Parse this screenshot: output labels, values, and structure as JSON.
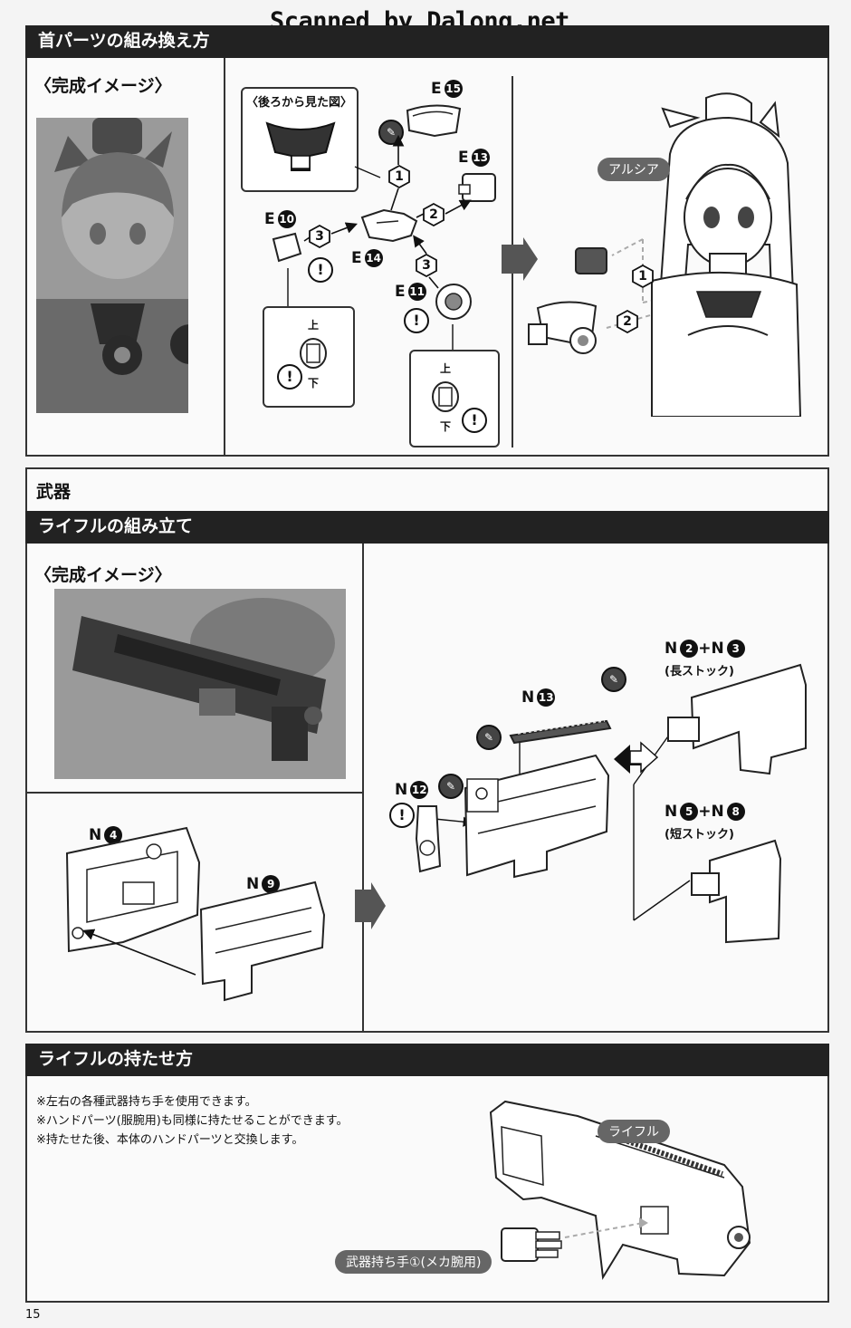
{
  "watermark": "Scanned by Dalong.net",
  "neck": {
    "header": "首パーツの組み換え方",
    "subtitle": "〈完成イメージ〉",
    "rear_view_label": "〈後ろから見た図〉",
    "parts": {
      "e15": {
        "letter": "E",
        "num": "15"
      },
      "e13": {
        "letter": "E",
        "num": "13"
      },
      "e10": {
        "letter": "E",
        "num": "10"
      },
      "e14": {
        "letter": "E",
        "num": "14"
      },
      "e11": {
        "letter": "E",
        "num": "11"
      }
    },
    "steps": [
      "1",
      "2",
      "3",
      "3"
    ],
    "callout_top": "上",
    "callout_bottom": "下",
    "character_label": "アルシア",
    "install_steps": [
      "1",
      "2"
    ]
  },
  "weapons": {
    "header": "武器",
    "rifle_assembly": {
      "header": "ライフルの組み立て",
      "subtitle": "〈完成イメージ〉",
      "n4": {
        "letter": "N",
        "num": "4"
      },
      "n9": {
        "letter": "N",
        "num": "9"
      },
      "n12": {
        "letter": "N",
        "num": "12"
      },
      "n13": {
        "letter": "N",
        "num": "13"
      },
      "long_stock": {
        "a": "2",
        "b": "3",
        "label": "(長ストック)"
      },
      "short_stock": {
        "a": "5",
        "b": "8",
        "label": "(短ストック)"
      },
      "plus": "+",
      "n_letter": "N"
    },
    "rifle_holding": {
      "header": "ライフルの持たせ方",
      "notes": [
        "※左右の各種武器持ち手を使用できます。",
        "※ハンドパーツ(服腕用)も同様に持たせることができます。",
        "※持たせた後、本体のハンドパーツと交換します。"
      ],
      "rifle_label": "ライフル",
      "hand_label": "武器持ち手①(メカ腕用)"
    }
  },
  "page_number": "15"
}
